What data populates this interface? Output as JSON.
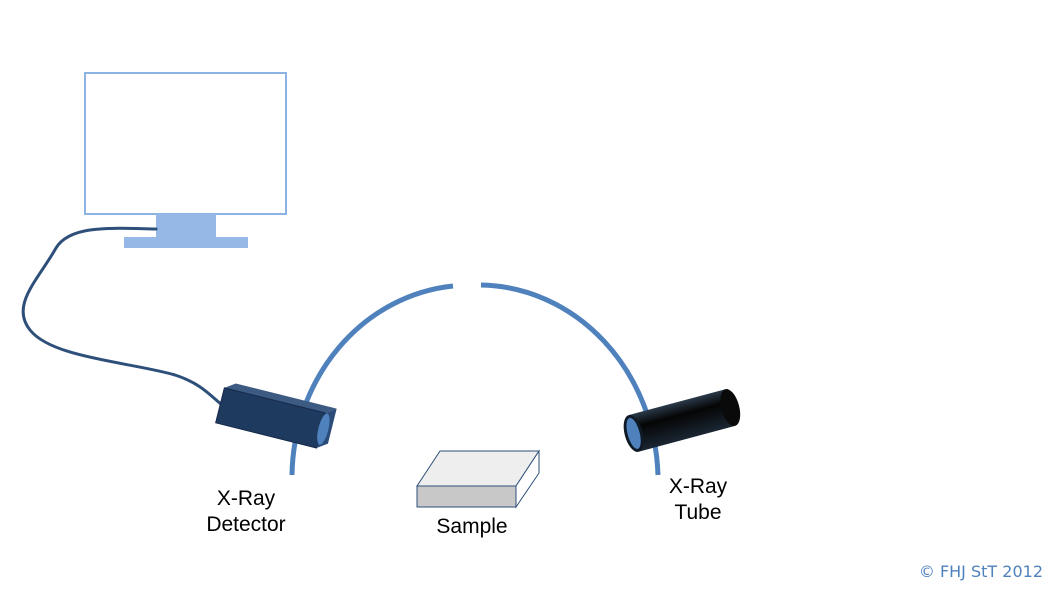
{
  "labels": {
    "detector_line1": "X-Ray",
    "detector_line2": "Detector",
    "sample": "Sample",
    "tube_line1": "X-Ray",
    "tube_line2": "Tube"
  },
  "copyright": "© FHJ StT 2012",
  "colors": {
    "arc": "#4f81bd",
    "monitor_outline": "#8db3e2",
    "monitor_stand": "#95b8e6",
    "cable": "#2e4f7a",
    "detector_body": "#1f3a5f",
    "detector_window": "#4f81bd",
    "tube_body": "#0d0d0d",
    "tube_window": "#4f81bd",
    "sample_top": "#eeeeee",
    "sample_front": "#c8c8c8",
    "sample_edge": "#2e4f7a",
    "copyright_text": "#4f81bd"
  }
}
